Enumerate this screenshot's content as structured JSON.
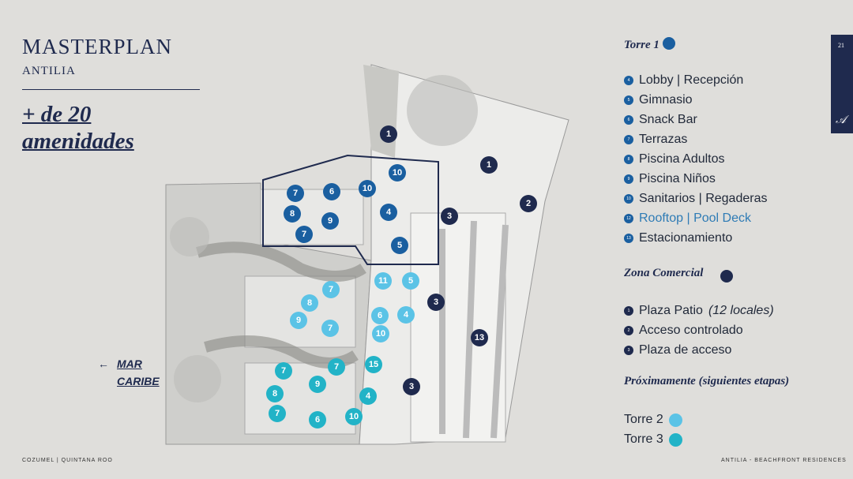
{
  "header": {
    "title": "MASTERPLAN",
    "subtitle": "ANTILIA",
    "headline_1": "+ de 20",
    "headline_2": "amenidades"
  },
  "map_label": {
    "arrow": "←",
    "line1": "MAR",
    "line2": "CARIBE"
  },
  "footer": {
    "left": "COZUMEL | QUINTANA ROO",
    "right": "ANTILIA - BEACHFRONT RESIDENCES"
  },
  "page": {
    "number": "21",
    "logo": "A"
  },
  "colors": {
    "zona_comercial": "#1f2a4e",
    "torre1": "#1a5fa0",
    "torre2": "#5bc3e6",
    "torre3": "#22b3c7"
  },
  "legend": {
    "torre1": {
      "title": "Torre 1",
      "items": [
        {
          "n": "4",
          "label": "Lobby | Recepción"
        },
        {
          "n": "5",
          "label": "Gimnasio"
        },
        {
          "n": "6",
          "label": "Snack Bar"
        },
        {
          "n": "7",
          "label": "Terrazas"
        },
        {
          "n": "8",
          "label": "Piscina Adultos"
        },
        {
          "n": "9",
          "label": "Piscina Niños"
        },
        {
          "n": "10",
          "label": "Sanitarios | Regaderas"
        },
        {
          "n": "12",
          "label": "Rooftop | Pool Deck"
        },
        {
          "n": "13",
          "label": "Estacionamiento"
        }
      ]
    },
    "zona": {
      "title": "Zona Comercial",
      "items": [
        {
          "n": "1",
          "label": "Plaza Patio",
          "note": "(12 locales)"
        },
        {
          "n": "2",
          "label": "Acceso controlado"
        },
        {
          "n": "3",
          "label": "Plaza de acceso"
        }
      ]
    },
    "proximamente": {
      "title": "Próximamente (siguientes etapas)",
      "items": [
        {
          "label": "Torre 2"
        },
        {
          "label": "Torre 3"
        }
      ]
    }
  },
  "markers": [
    "1",
    "1",
    "2",
    "3",
    "3",
    "3",
    "13",
    "10",
    "10",
    "7",
    "6",
    "8",
    "9",
    "4",
    "7",
    "5",
    "11",
    "5",
    "7",
    "8",
    "9",
    "7",
    "6",
    "4",
    "10",
    "15",
    "7",
    "7",
    "9",
    "8",
    "4",
    "7",
    "6",
    "10"
  ]
}
